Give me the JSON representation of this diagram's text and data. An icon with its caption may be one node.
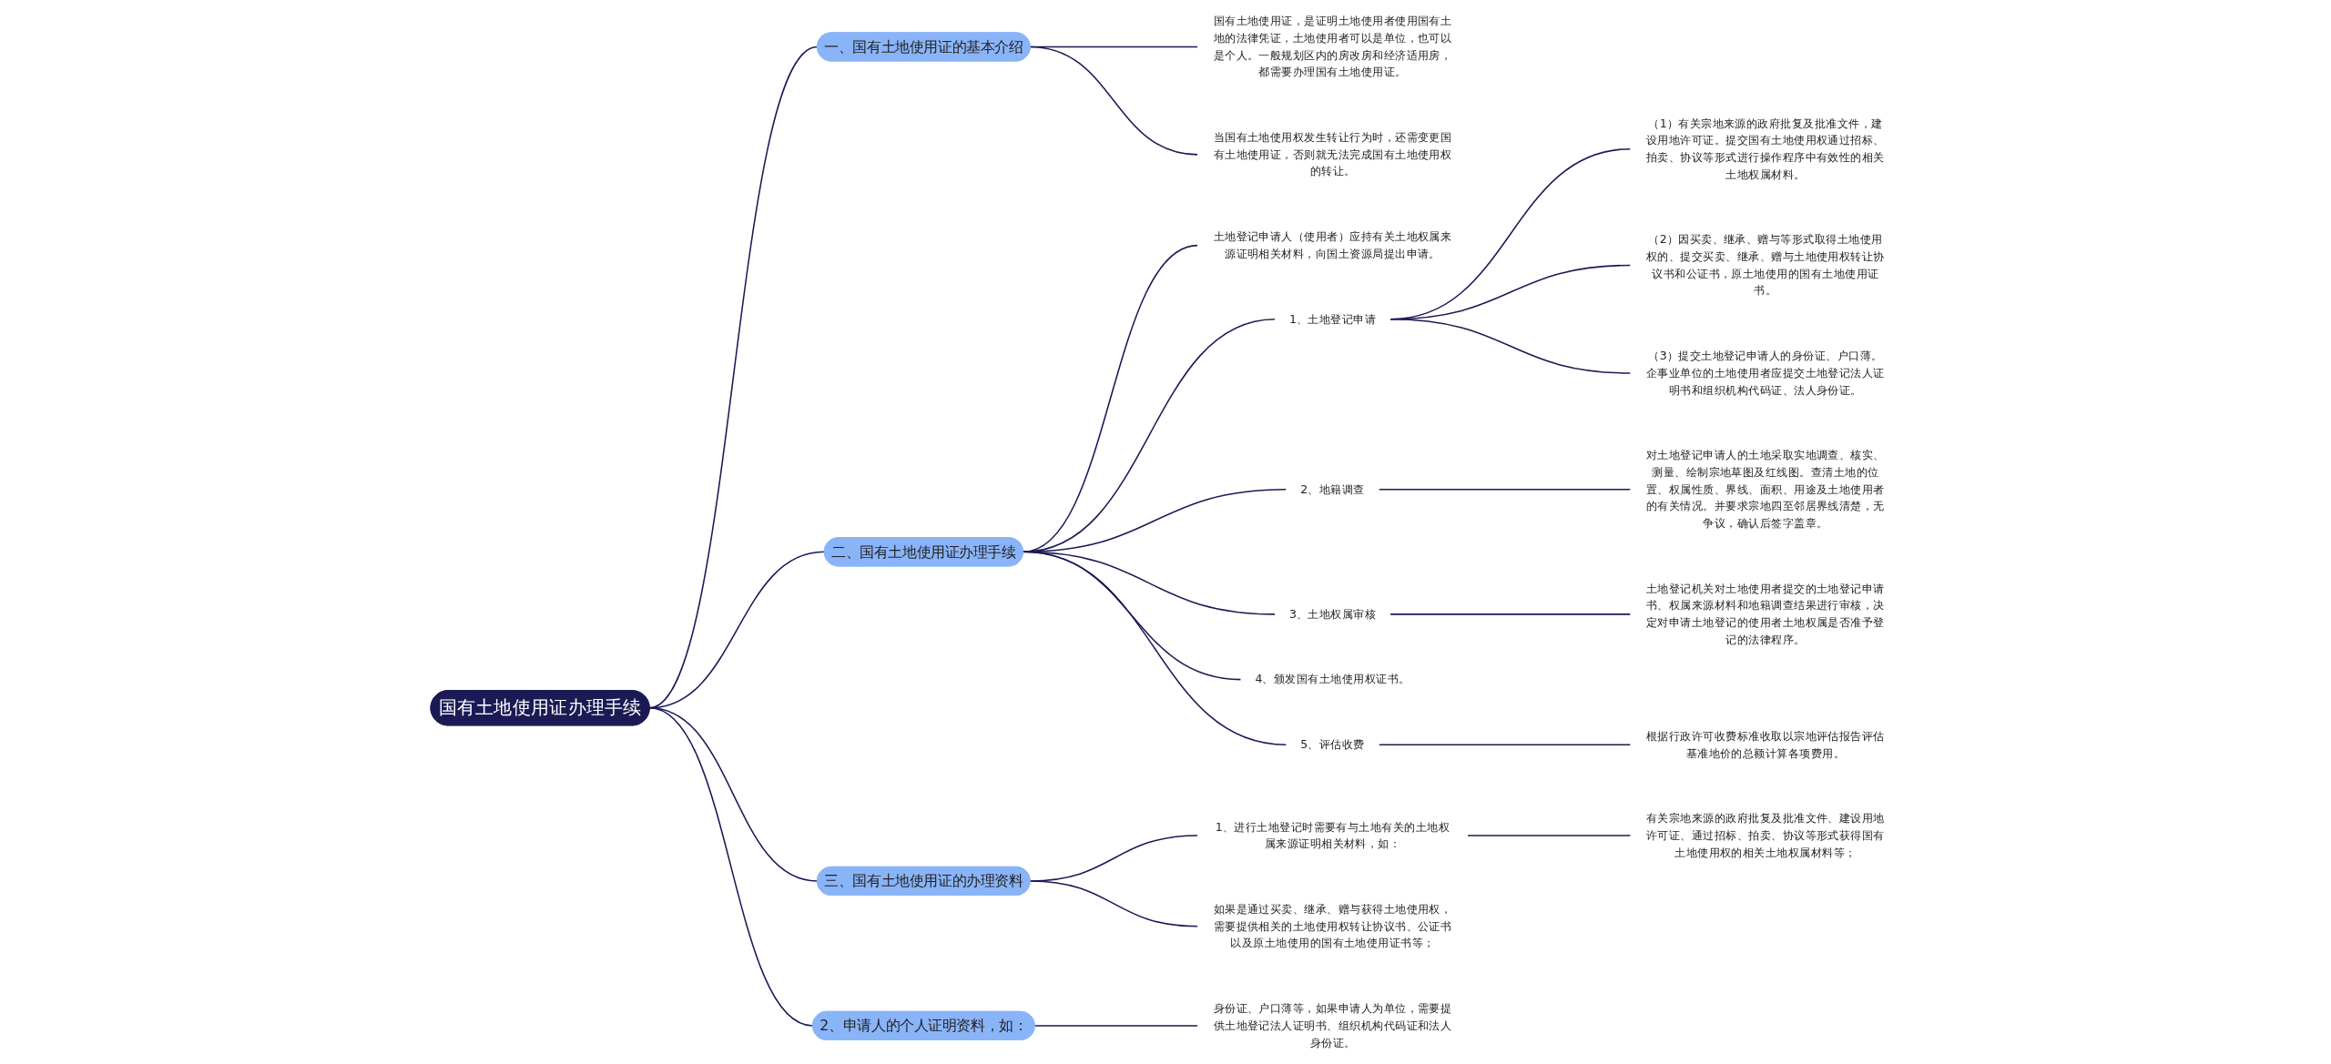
{
  "diagram": {
    "nodes": [
      {
        "text": [
          "国有土地使用证办理手续"
        ]
      },
      {
        "text": [
          "一、国有土地使用证的基本介绍"
        ]
      },
      {
        "text": [
          "国有土地使用证，是证明土地使用者使用国有土地的法律凭证，土地使用者可以是单位，也可以是个人。一般规划区内的房改房和经济适用房，都需要办理国有土地使用证。"
        ]
      },
      {
        "text": [
          "当国有土地使用权发生转让行为时，还需变更国有土地使用证，否则就无法完成国有土地使用权的转让。"
        ]
      },
      {
        "text": [
          "二、国有土地使用证办理手续"
        ]
      },
      {
        "text": [
          "土地登记申请人（使用者）应持有关土地权属来源证明相关材料，向国土资源局提出申请。"
        ]
      },
      {
        "text": [
          "1、土地登记申请"
        ]
      },
      {
        "text": [
          "（1）有关宗地来源的政府批复及批准文件，建设用地许可证。提交国有土地使用权通过招标、拍卖、协议等形式进行操作程序中有效性的相关土地权属材料。"
        ]
      },
      {
        "text": [
          "（2）因买卖、继承、赠与等形式取得土地使用权的、提交买卖、继承、赠与土地使用权转让协议书和公证书，原土地使用的国有土地使用证书。"
        ]
      },
      {
        "text": [
          "（3）提交土地登记申请人的身份证、户口薄。企事业单位的土地使用者应提交土地登记法人证明书和组织机构代码证、法人身份证。"
        ]
      },
      {
        "text": [
          "2、地籍调查"
        ]
      },
      {
        "text": [
          "对土地登记申请人的土地采取实地调查、核实、测量、绘制宗地草图及红线图。查清土地的位置、权属性质、界线、面积、用途及土地使用者的有关情况。并要求宗地四至邻居界线清楚，无争议，确认后签字盖章。"
        ]
      },
      {
        "text": [
          "3、土地权属审核"
        ]
      },
      {
        "text": [
          "土地登记机关对土地使用者提交的土地登记申请书、权属来源材料和地籍调查结果进行审核，决定对申请土地登记的使用者土地权属是否准予登记的法律程序。"
        ]
      },
      {
        "text": [
          "4、颁发国有土地使用权证书。"
        ]
      },
      {
        "text": [
          "5、评估收费"
        ]
      },
      {
        "text": [
          "根据行政许可收费标准收取以宗地评估报告评估基准地价的总额计算各项费用。"
        ]
      },
      {
        "text": [
          "三、国有土地使用证的办理资料"
        ]
      },
      {
        "text": [
          "1、进行土地登记时需要有与土地有关的土地权属来源证明相关材料，如："
        ]
      },
      {
        "text": [
          "有关宗地来源的政府批复及批准文件、建设用地许可证、通过招标、拍卖、协议等形式获得国有土地使用权的相关土地权属材料等；"
        ]
      },
      {
        "text": [
          "如果是通过买卖、继承、赠与获得土地使用权，需要提供相关的土地使用权转让协议书、公证书以及原土地使用的国有土地使用证书等；"
        ]
      },
      {
        "text": [
          "2、申请人的个人证明资料，如："
        ]
      },
      {
        "text": [
          "身份证、户口薄等，如果申请人为单位，需要提供土地登记法人证明书、组织机构代码证和法人身份证。"
        ]
      }
    ],
    "edges": [
      {
        "from": 0,
        "to": 1,
        "arrow": "none"
      },
      {
        "from": 1,
        "to": 2,
        "arrow": "none"
      },
      {
        "from": 1,
        "to": 3,
        "arrow": "none"
      },
      {
        "from": 0,
        "to": 4,
        "arrow": "none"
      },
      {
        "from": 4,
        "to": 5,
        "arrow": "none"
      },
      {
        "from": 4,
        "to": 6,
        "arrow": "none"
      },
      {
        "from": 6,
        "to": 7,
        "arrow": "none"
      },
      {
        "from": 6,
        "to": 8,
        "arrow": "none"
      },
      {
        "from": 6,
        "to": 9,
        "arrow": "none"
      },
      {
        "from": 4,
        "to": 10,
        "arrow": "none"
      },
      {
        "from": 10,
        "to": 11,
        "arrow": "none"
      },
      {
        "from": 4,
        "to": 12,
        "arrow": "none"
      },
      {
        "from": 12,
        "to": 13,
        "arrow": "none"
      },
      {
        "from": 4,
        "to": 14,
        "arrow": "none"
      },
      {
        "from": 4,
        "to": 15,
        "arrow": "none"
      },
      {
        "from": 15,
        "to": 16,
        "arrow": "none"
      },
      {
        "from": 0,
        "to": 17,
        "arrow": "none"
      },
      {
        "from": 17,
        "to": 18,
        "arrow": "none"
      },
      {
        "from": 18,
        "to": 19,
        "arrow": "none"
      },
      {
        "from": 17,
        "to": 20,
        "arrow": "none"
      },
      {
        "from": 0,
        "to": 21,
        "arrow": "none"
      },
      {
        "from": 21,
        "to": 22,
        "arrow": "none"
      }
    ]
  }
}
